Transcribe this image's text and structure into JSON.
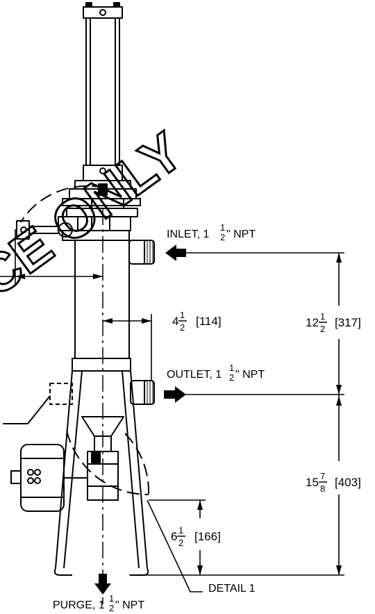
{
  "labels": {
    "inlet": {
      "main": "INLET, 1",
      "frac_num": "1",
      "frac_den": "2",
      "tail": "\" NPT"
    },
    "outlet": {
      "main": "OUTLET, 1",
      "frac_num": "1",
      "frac_den": "2",
      "tail": "\" NPT"
    },
    "purge": {
      "main": "PURGE, 1",
      "frac_num": "1",
      "frac_den": "2",
      "tail": "\" NPT"
    },
    "detail": "DETAIL 1"
  },
  "dimensions": {
    "d1": {
      "whole": "4",
      "num": "1",
      "den": "2",
      "metric": "[114]"
    },
    "d2": {
      "whole": "12",
      "num": "1",
      "den": "2",
      "metric": "[317]"
    },
    "d3": {
      "whole": "15",
      "num": "7",
      "den": "8",
      "metric": "[403]"
    },
    "d4": {
      "whole": "6",
      "num": "1",
      "den": "2",
      "metric": "[166]"
    }
  },
  "watermark": "CE ONLY",
  "colors": {
    "ink": "#000000",
    "paper": "#ffffff"
  }
}
